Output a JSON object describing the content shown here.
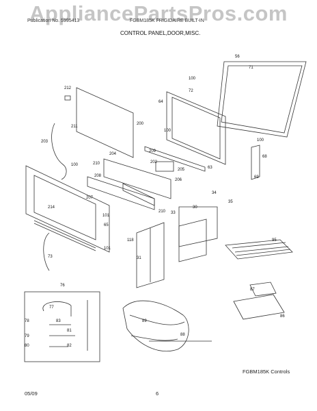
{
  "watermark": "AppliancePartsPros.com",
  "header": {
    "left": "Publication No. 5995413",
    "right": "FGBM185K  FRIGIDAIRE BUILT-IN"
  },
  "title": "CONTROL PANEL,DOOR,MISC.",
  "caption": "FGBM185K Controls",
  "footer": {
    "date": "05/09",
    "page": "6"
  },
  "callouts": [
    "212",
    "211",
    "200",
    "203",
    "100",
    "204",
    "209",
    "210",
    "208",
    "202",
    "205",
    "206",
    "207",
    "214",
    "101",
    "65",
    "210",
    "118",
    "31",
    "73",
    "101",
    "34",
    "30",
    "33",
    "35",
    "56",
    "71",
    "100",
    "72",
    "64",
    "100",
    "100",
    "68",
    "63",
    "69",
    "95",
    "76",
    "77",
    "78",
    "83",
    "79",
    "81",
    "80",
    "82",
    "89",
    "88",
    "87",
    "86"
  ]
}
